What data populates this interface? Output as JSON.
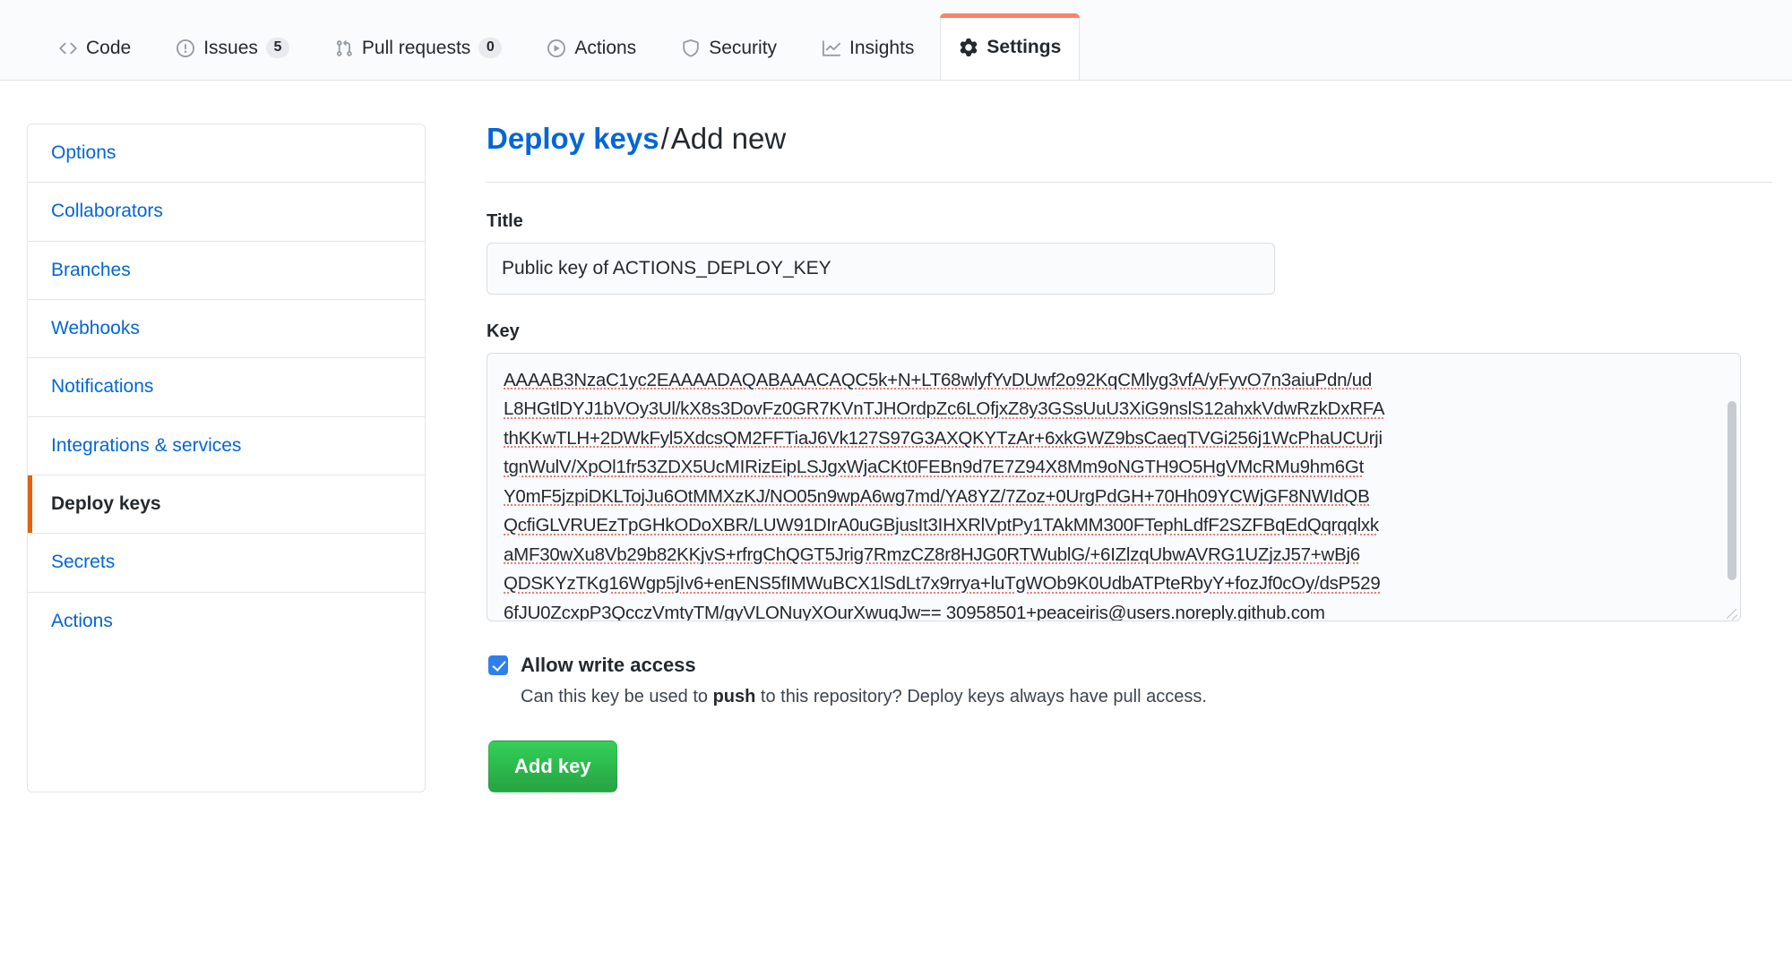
{
  "repo_nav": {
    "tabs": [
      {
        "label": "Code",
        "icon": "code-icon",
        "count": null,
        "selected": false
      },
      {
        "label": "Issues",
        "icon": "issue-icon",
        "count": "5",
        "selected": false
      },
      {
        "label": "Pull requests",
        "icon": "git-pull-icon",
        "count": "0",
        "selected": false
      },
      {
        "label": "Actions",
        "icon": "play-icon",
        "count": null,
        "selected": false
      },
      {
        "label": "Security",
        "icon": "shield-icon",
        "count": null,
        "selected": false
      },
      {
        "label": "Insights",
        "icon": "graph-icon",
        "count": null,
        "selected": false
      },
      {
        "label": "Settings",
        "icon": "gear-icon",
        "count": null,
        "selected": true
      }
    ]
  },
  "sidebar": {
    "items": [
      {
        "label": "Options",
        "selected": false
      },
      {
        "label": "Collaborators",
        "selected": false
      },
      {
        "label": "Branches",
        "selected": false
      },
      {
        "label": "Webhooks",
        "selected": false
      },
      {
        "label": "Notifications",
        "selected": false
      },
      {
        "label": "Integrations & services",
        "selected": false
      },
      {
        "label": "Deploy keys",
        "selected": true
      },
      {
        "label": "Secrets",
        "selected": false
      },
      {
        "label": "Actions",
        "selected": false
      }
    ]
  },
  "main": {
    "breadcrumb": {
      "link": "Deploy keys",
      "separator": "/",
      "current": "Add new"
    },
    "title_field": {
      "label": "Title",
      "value": "Public key of ACTIONS_DEPLOY_KEY",
      "placeholder": ""
    },
    "key_field": {
      "label": "Key",
      "placeholder": "",
      "lines": [
        "AAAAB3NzaC1yc2EAAAADAQABAAACAQC5k+N+LT68wlyfYvDUwf2o92KqCMlyg3vfA/yFyvO7n3aiuPdn/ud",
        "L8HGtlDYJ1bVOy3Ul/kX8s3DovFz0GR7KVnTJHOrdpZc6LOfjxZ8y3GSsUuU3XiG9nslS12ahxkVdwRzkDxRFA",
        "thKKwTLH+2DWkFyl5XdcsQM2FFTiaJ6Vk127S97G3AXQKYTzAr+6xkGWZ9bsCaeqTVGi256j1WcPhaUCUrji",
        "tgnWulV/XpOl1fr53ZDX5UcMIRizEipLSJgxWjaCKt0FEBn9d7E7Z94X8Mm9oNGTH9O5HgVMcRMu9hm6Gt",
        "Y0mF5jzpiDKLTojJu6OtMMXzKJ/NO05n9wpA6wg7md/YA8YZ/7Zoz+0UrgPdGH+70Hh09YCWjGF8NWIdQB",
        "QcfiGLVRUEzTpGHkODoXBR/LUW91DIrA0uGBjusIt3IHXRlVptPy1TAkMM300FTephLdfF2SZFBqEdQqrqqlxk",
        "aMF30wXu8Vb29b82KKjvS+rfrgChQGT5Jrig7RmzCZ8r8HJG0RTWublG/+6IZlzqUbwAVRG1UZjzJ57+wBj6",
        "QDSKYzTKg16Wgp5jIv6+enENS5fIMWuBCX1lSdLt7x9rrya+luTgWOb9K0UdbATPteRbyY+fozJf0cOy/dsP529",
        "6fJU0ZcxpP3QcczVmtyTM/gyVLONuyXOurXwuqJw== 30958501+peaceiris@users.noreply.github.com"
      ]
    },
    "write_access": {
      "label": "Allow write access",
      "checked": true,
      "note_before": "Can this key be used to ",
      "note_bold": "push",
      "note_after": " to this repository? Deploy keys always have pull access."
    },
    "submit_button": "Add key"
  },
  "colors": {
    "link": "#0366d6",
    "selected_tab_accent": "#f9826c",
    "selected_menu_accent": "#e36209",
    "button_green": "#28a745",
    "spell_underline": "#f4786d",
    "checkbox_blue": "#2f80ed"
  }
}
